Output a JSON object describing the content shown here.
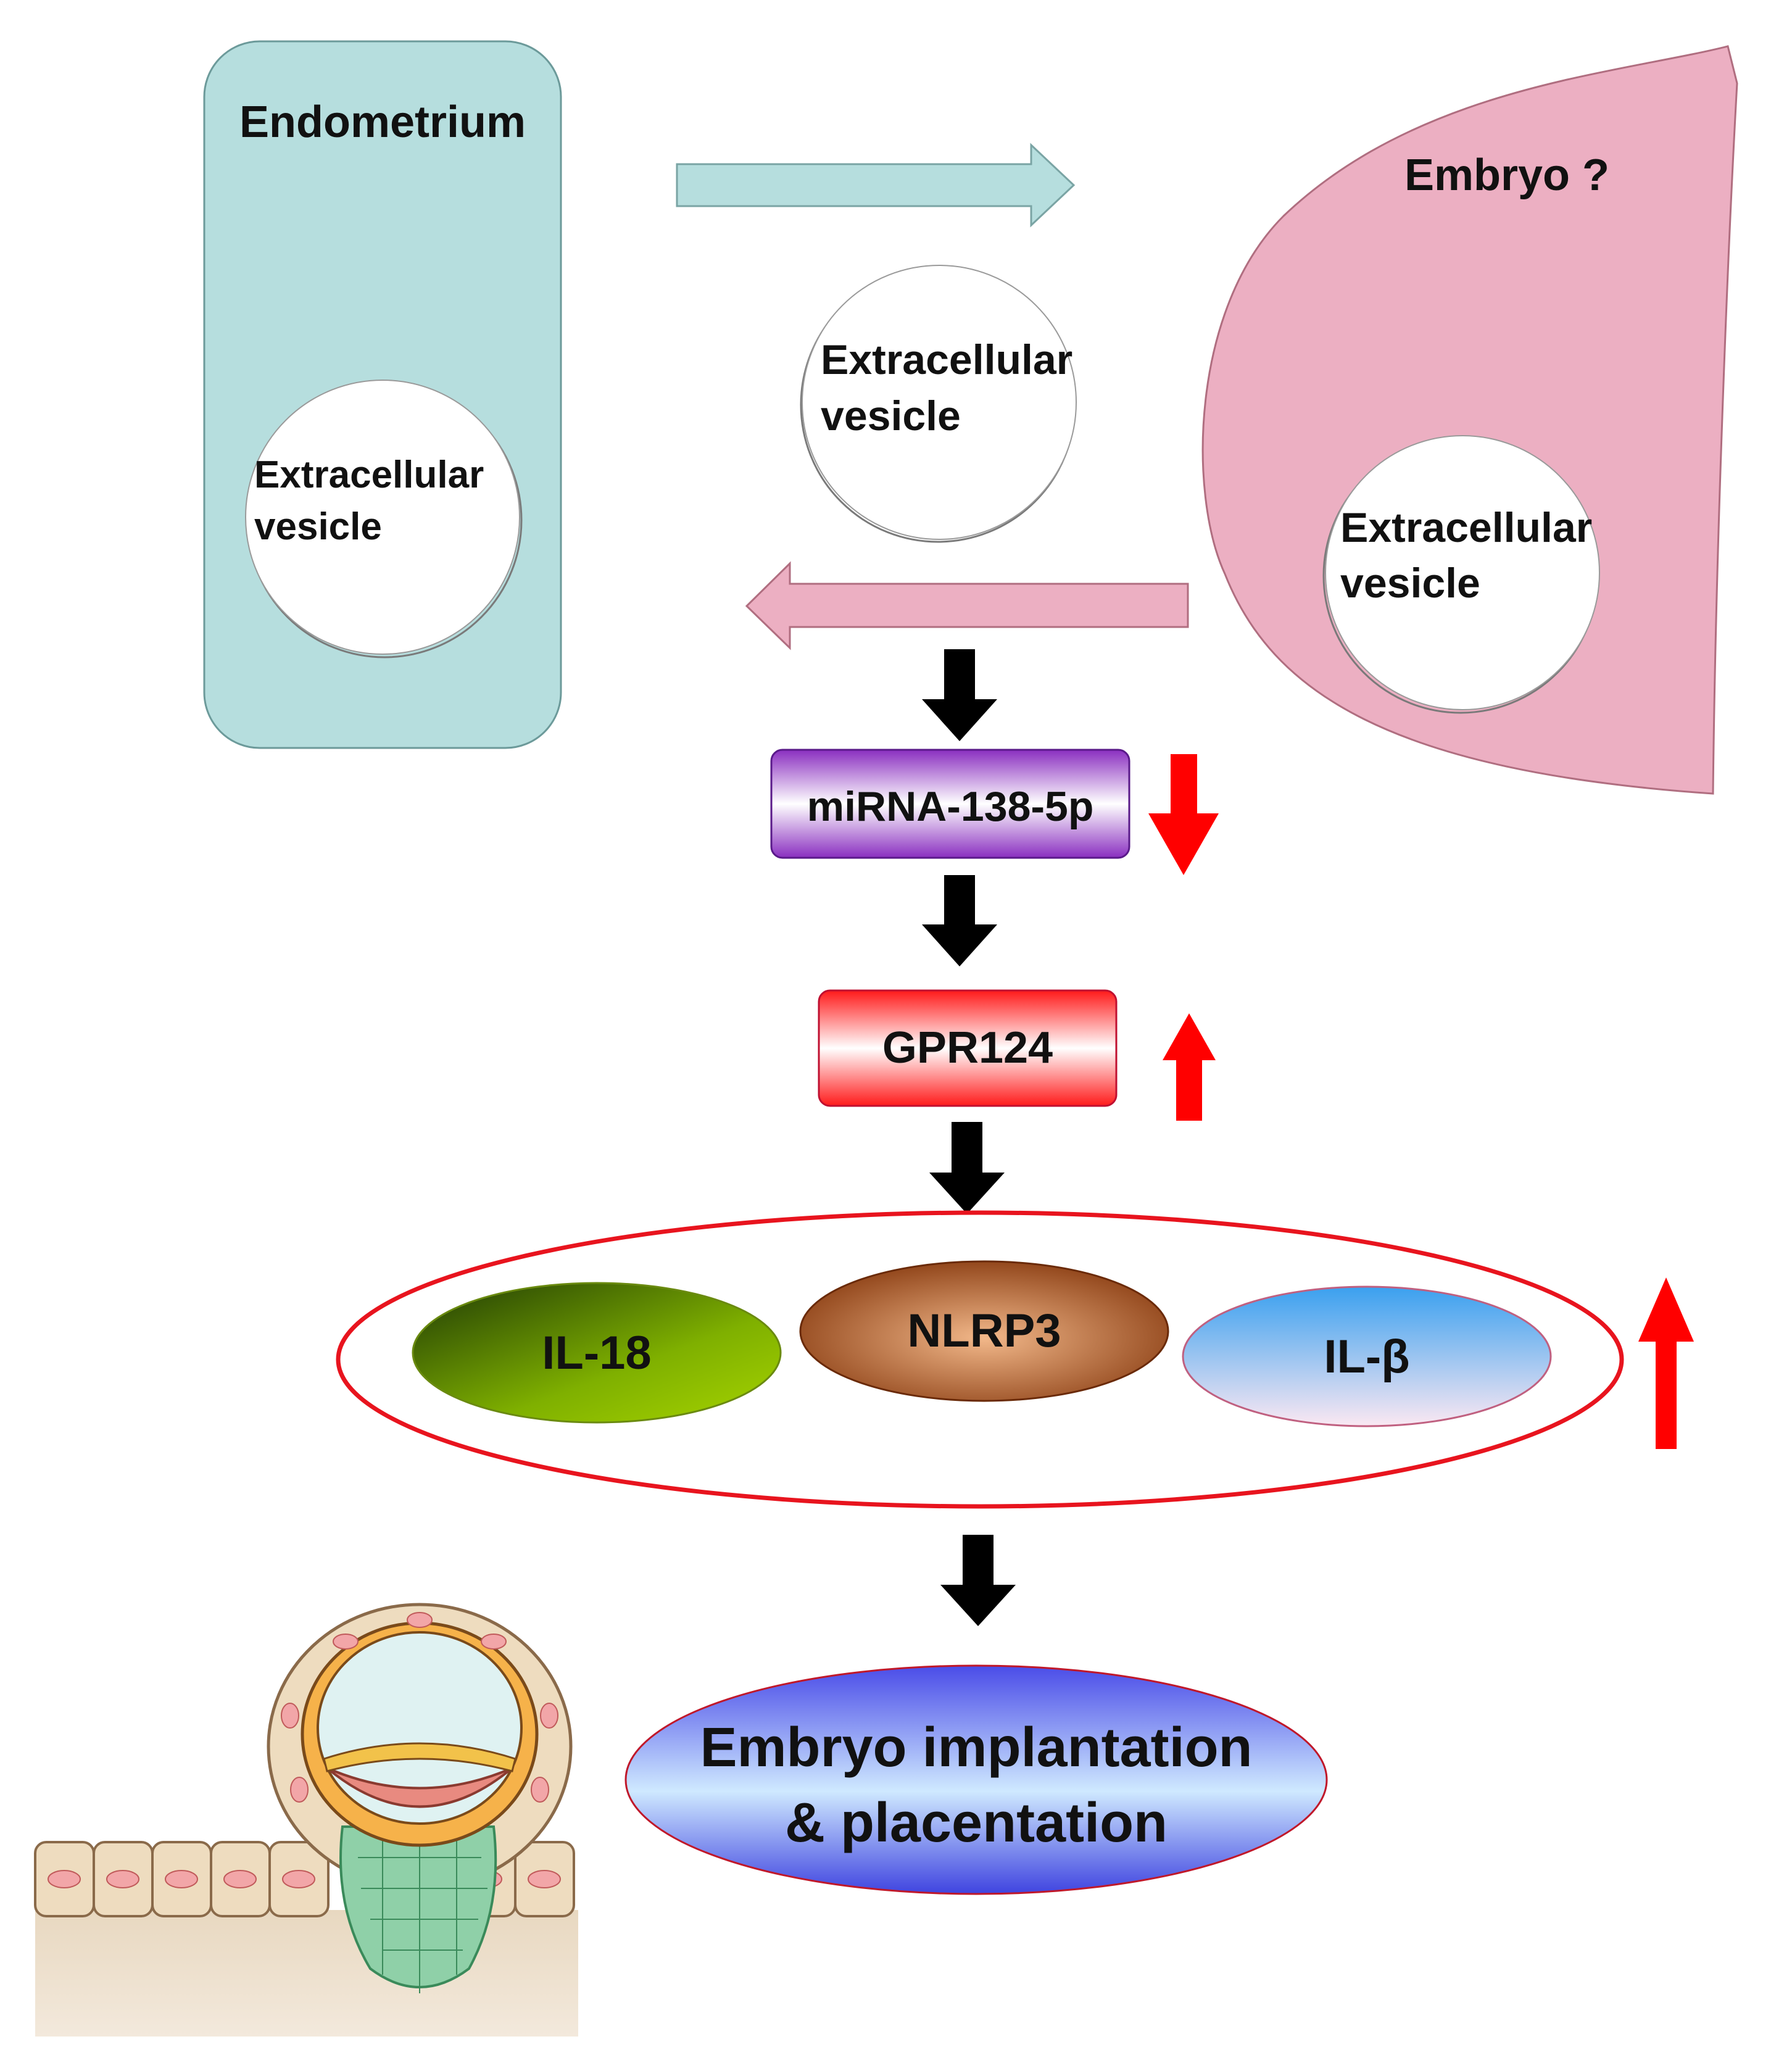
{
  "endometrium": {
    "title": "Endometrium",
    "color": "#b6dede"
  },
  "embryo": {
    "title": "Embryo ?",
    "color": "#ecafc2"
  },
  "vesicles": [
    {
      "line1": "Extracellular",
      "line2": "vesicle"
    },
    {
      "line1": "Extracellular",
      "line2": "vesicle"
    },
    {
      "line1": "Extracellular",
      "line2": "vesicle"
    }
  ],
  "pathway": {
    "mirna": {
      "label": "miRNA-138-5p",
      "change": "down"
    },
    "gpr": {
      "label": "GPR124",
      "change": "up"
    },
    "inflammasome": {
      "il18": "IL-18",
      "nlrp3": "NLRP3",
      "ilb": "IL-β",
      "change": "up"
    },
    "outcome": {
      "line1": "Embryo implantation",
      "line2": "& placentation"
    }
  },
  "colors": {
    "up_down_arrow": "#ff0000",
    "flow_arrow": "#000000",
    "ring": "#e8141e"
  }
}
